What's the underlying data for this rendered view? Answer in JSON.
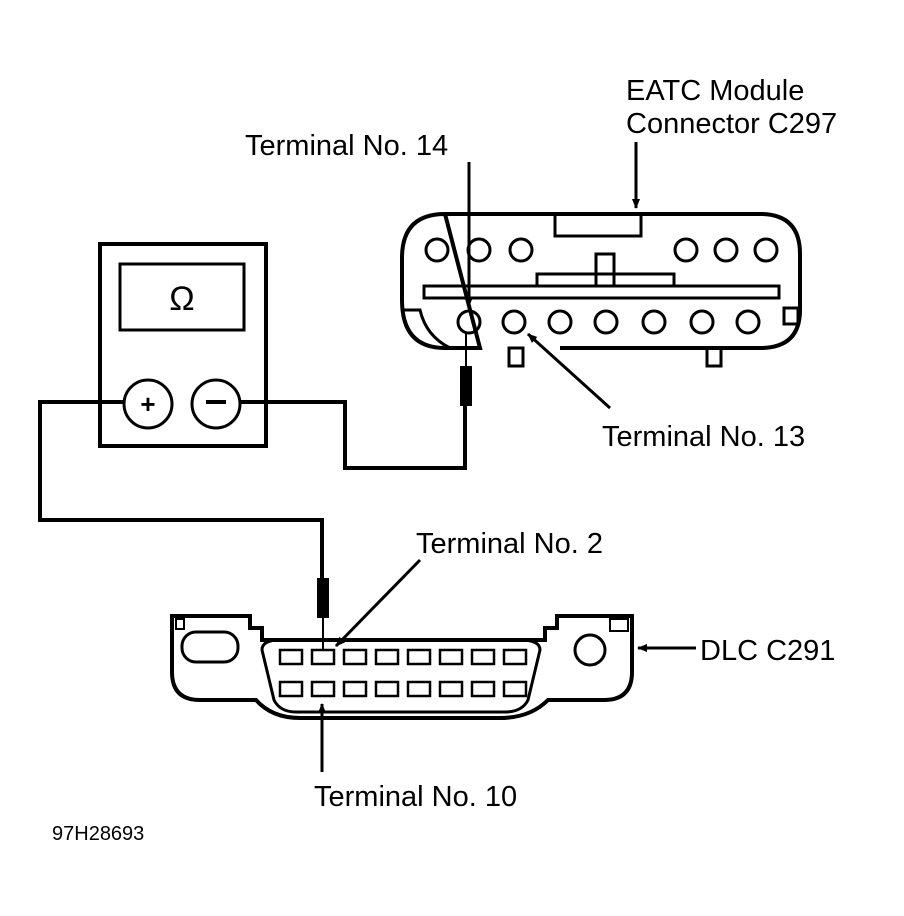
{
  "diagram": {
    "figure_id": "97H28693",
    "colors": {
      "ink": "#000000",
      "background": "#ffffff"
    },
    "meter": {
      "display_symbol": "Ω",
      "positive_label": "+",
      "negative_label": "−"
    },
    "labels": {
      "eatc_line1": "EATC Module",
      "eatc_line2": "Connector C297",
      "terminal_14": "Terminal No. 14",
      "terminal_13": "Terminal No. 13",
      "terminal_2": "Terminal No. 2",
      "terminal_10": "Terminal No. 10",
      "dlc": "DLC C291"
    }
  }
}
